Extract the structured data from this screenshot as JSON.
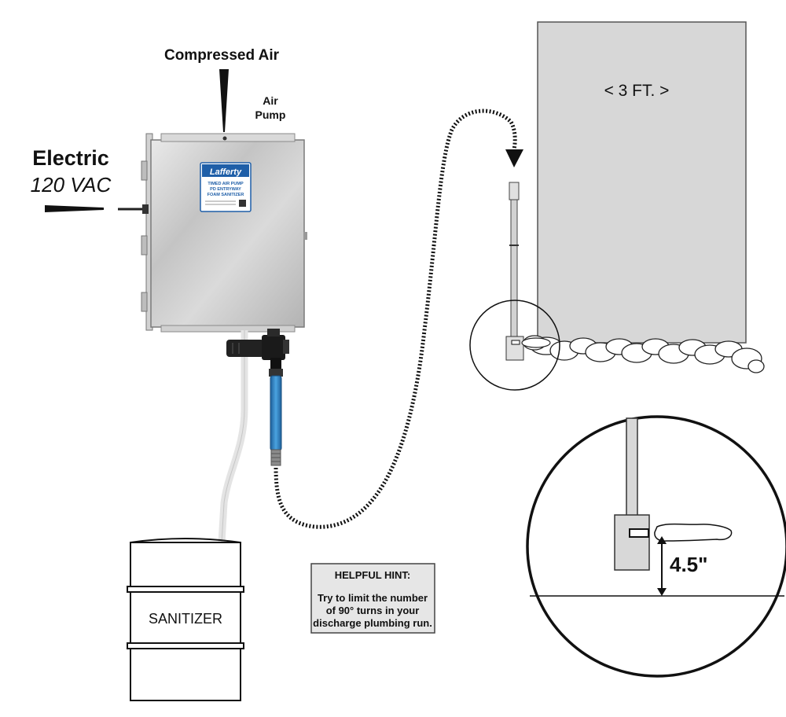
{
  "labels": {
    "compressed_air": "Compressed Air",
    "air_pump_line1": "Air",
    "air_pump_line2": "Pump",
    "electric": "Electric",
    "voltage": "120 VAC",
    "wall_width": "< 3 FT. >",
    "drum": "SANITIZER",
    "height": "4.5\""
  },
  "unit_label": {
    "brand": "Lafferty",
    "line1": "TIMED AIR PUMP",
    "line2": "PD ENTRYWAY",
    "line3": "FOAM SANITIZER"
  },
  "hint": {
    "title": "HELPFUL HINT:",
    "line1": "Try to limit the number",
    "line2": "of 90° turns in your",
    "line3": "discharge plumbing run."
  },
  "colors": {
    "enclosure": "#c9c9c9",
    "label_blue": "#1f5fa8",
    "hose_blue": "#3c8fd0",
    "wall": "#d7d7d7",
    "hint_box": "#e6e6e6"
  }
}
